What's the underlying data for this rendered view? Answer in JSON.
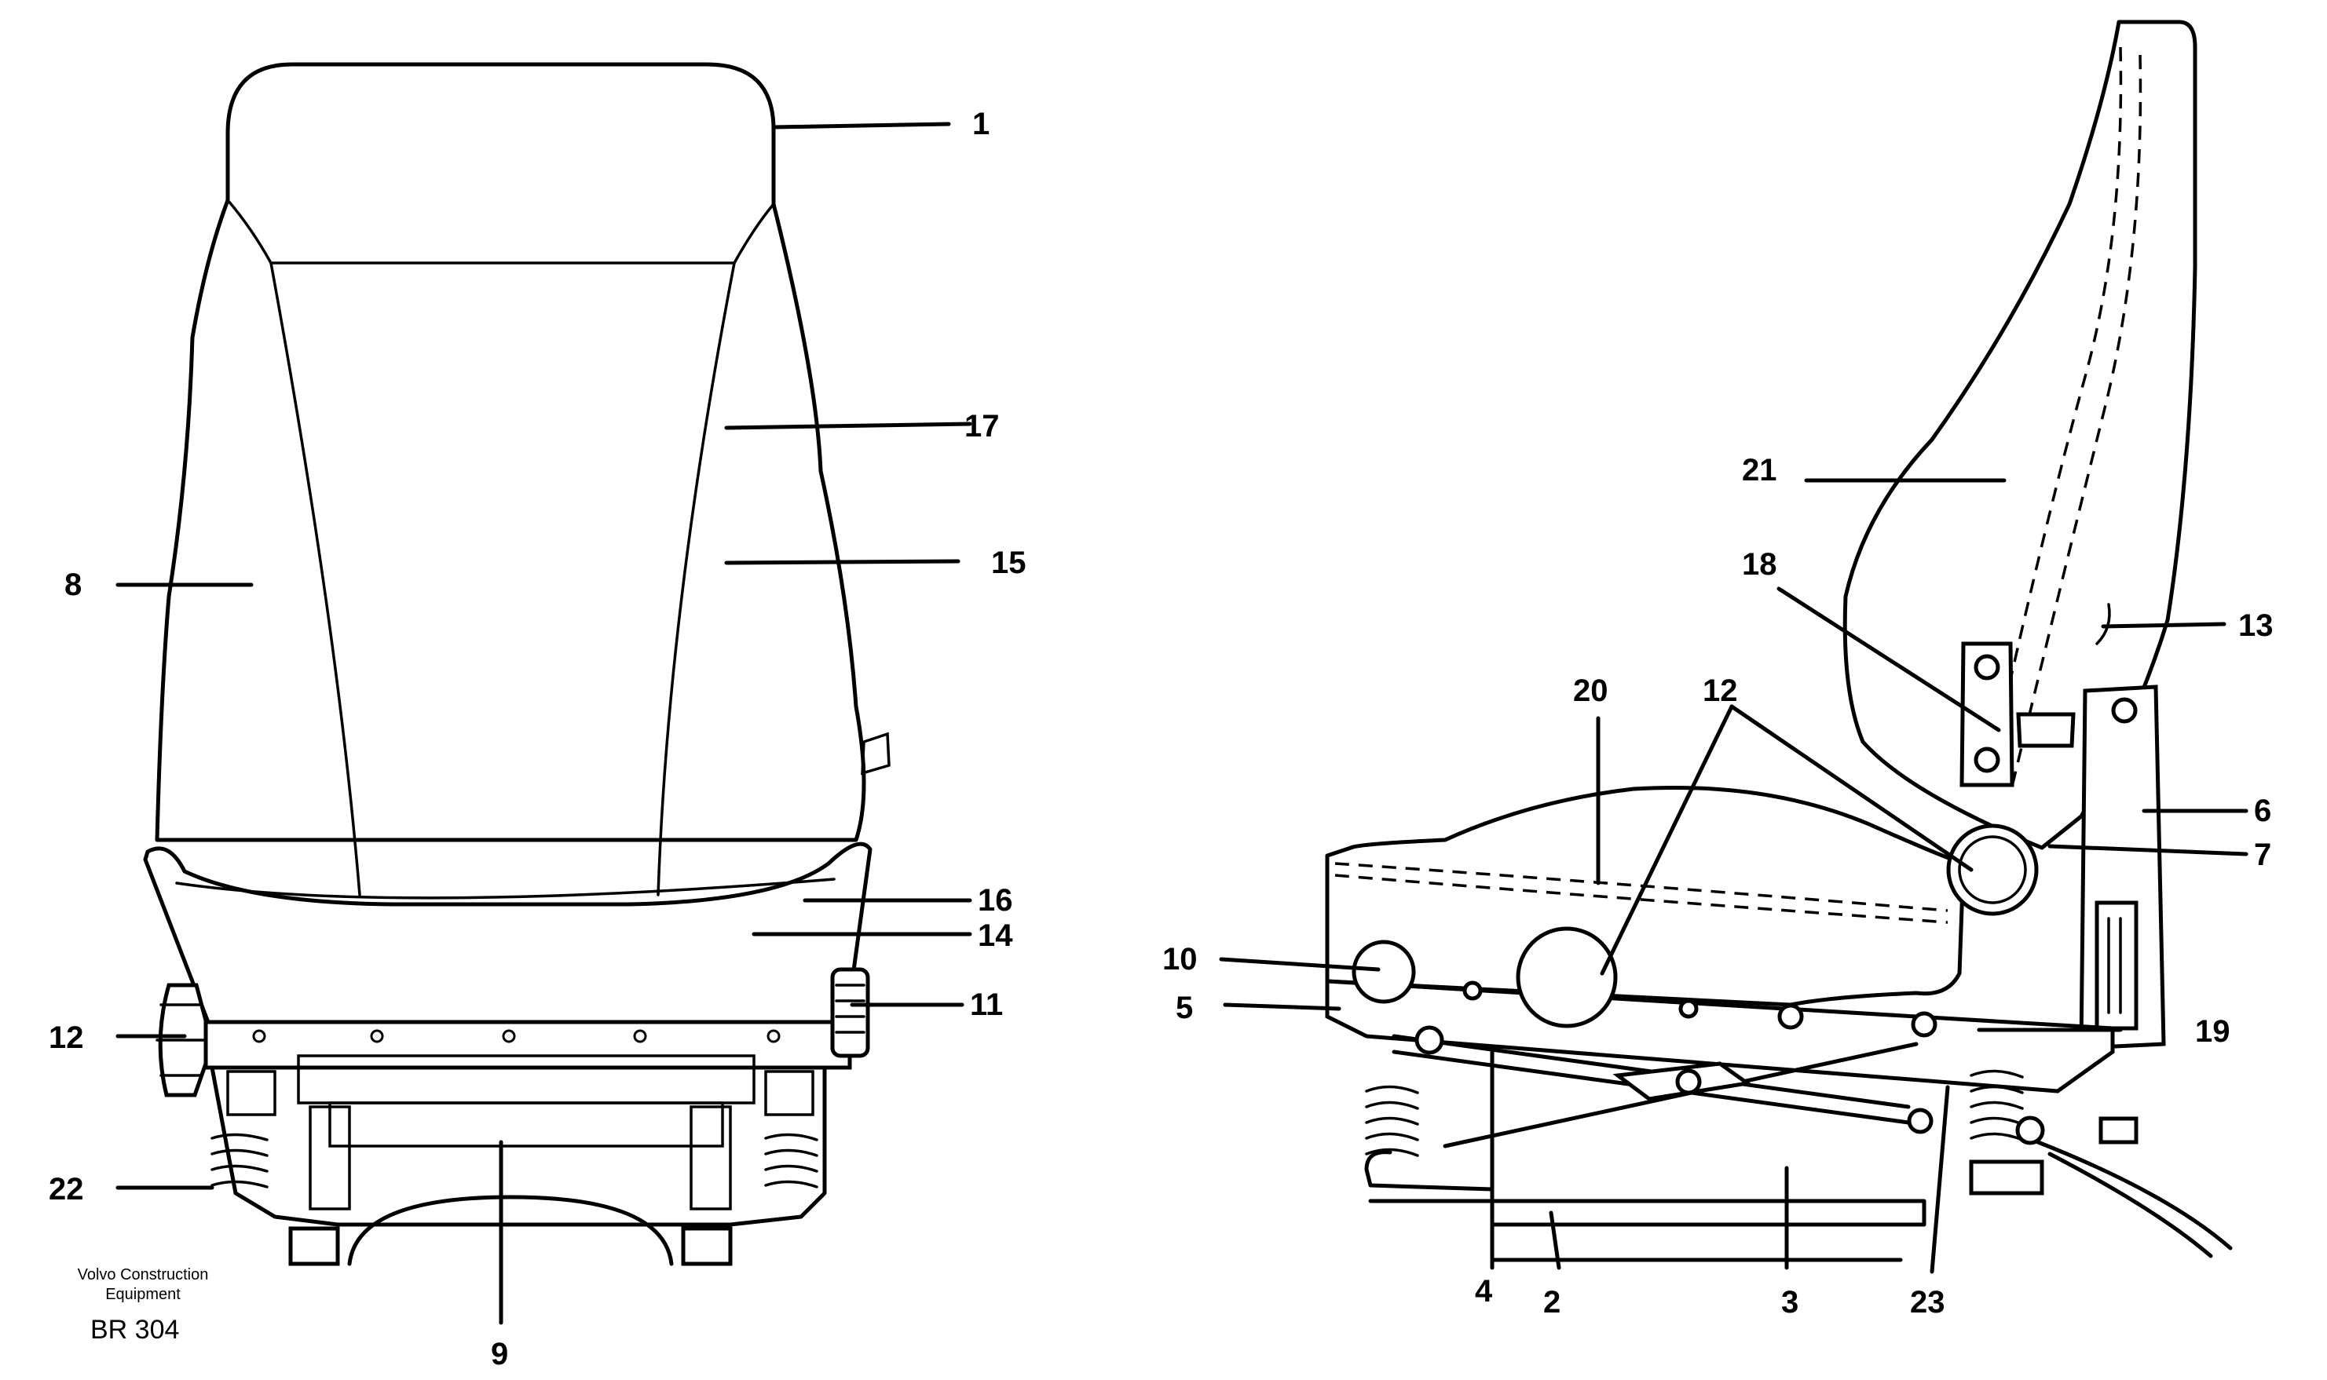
{
  "credit": {
    "company_line1": "Volvo Construction",
    "company_line2": "Equipment",
    "drawing_code": "BR 304"
  },
  "front_view": {
    "callouts": [
      "1",
      "17",
      "8",
      "15",
      "16",
      "14",
      "11",
      "12",
      "22",
      "9"
    ]
  },
  "side_view": {
    "callouts": [
      "21",
      "18",
      "13",
      "20",
      "12",
      "6",
      "7",
      "10",
      "5",
      "19",
      "4",
      "2",
      "3",
      "23"
    ]
  }
}
